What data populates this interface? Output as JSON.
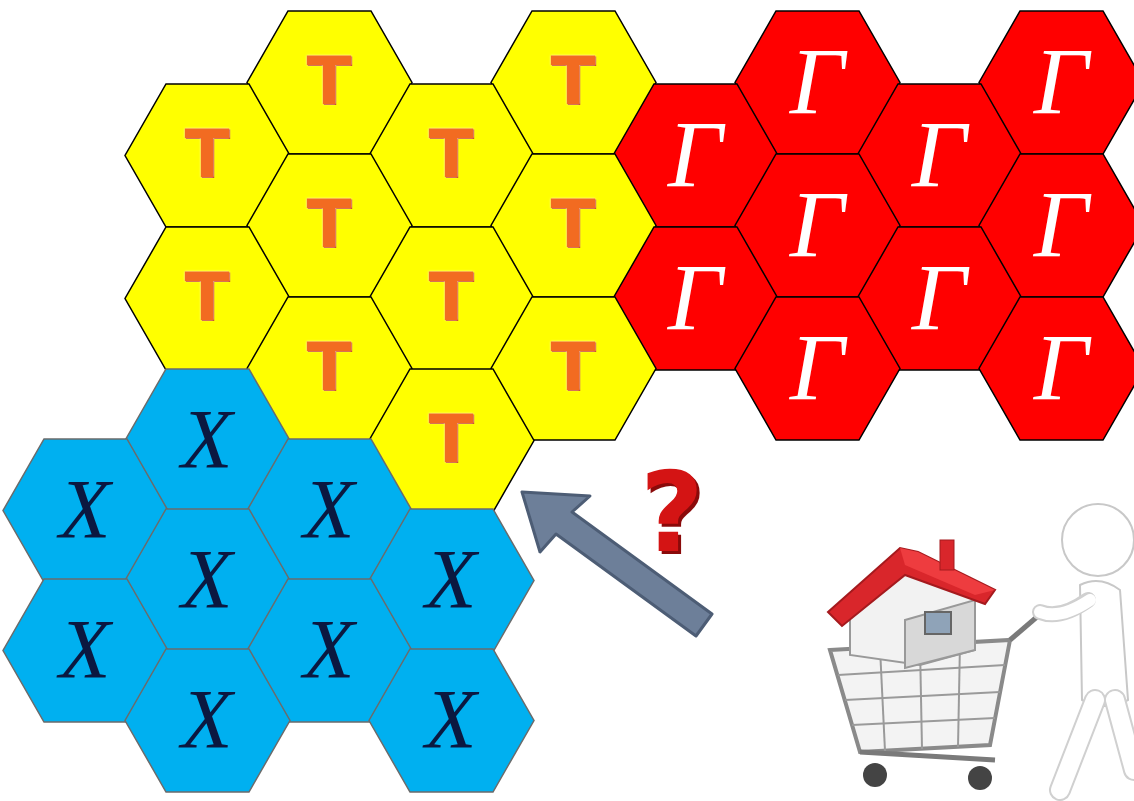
{
  "diagram": {
    "nodes": [
      {
        "text": [
          "T"
        ]
      },
      {
        "text": [
          "T"
        ]
      },
      {
        "text": [
          "Γ"
        ]
      },
      {
        "text": [
          "Γ"
        ]
      },
      {
        "text": [
          "T"
        ]
      },
      {
        "text": [
          "T"
        ]
      },
      {
        "text": [
          "Γ"
        ]
      },
      {
        "text": [
          "Γ"
        ]
      },
      {
        "text": [
          "T"
        ]
      },
      {
        "text": [
          "T"
        ]
      },
      {
        "text": [
          "Γ"
        ]
      },
      {
        "text": [
          "Γ"
        ]
      },
      {
        "text": [
          "T"
        ]
      },
      {
        "text": [
          "T"
        ]
      },
      {
        "text": [
          "Γ"
        ]
      },
      {
        "text": [
          "Γ"
        ]
      },
      {
        "text": [
          "T"
        ]
      },
      {
        "text": [
          "T"
        ]
      },
      {
        "text": [
          "Γ"
        ]
      },
      {
        "text": [
          "Γ"
        ]
      },
      {
        "text": [
          "X"
        ]
      },
      {
        "text": [
          "T"
        ]
      },
      {
        "text": [
          "X"
        ]
      },
      {
        "text": [
          "X"
        ]
      },
      {
        "text": [
          "X"
        ]
      },
      {
        "text": [
          "X"
        ]
      },
      {
        "text": [
          "X"
        ]
      },
      {
        "text": [
          "X"
        ]
      },
      {
        "text": [
          "X"
        ]
      },
      {
        "text": [
          "X"
        ]
      }
    ],
    "labels": [
      "?"
    ]
  }
}
